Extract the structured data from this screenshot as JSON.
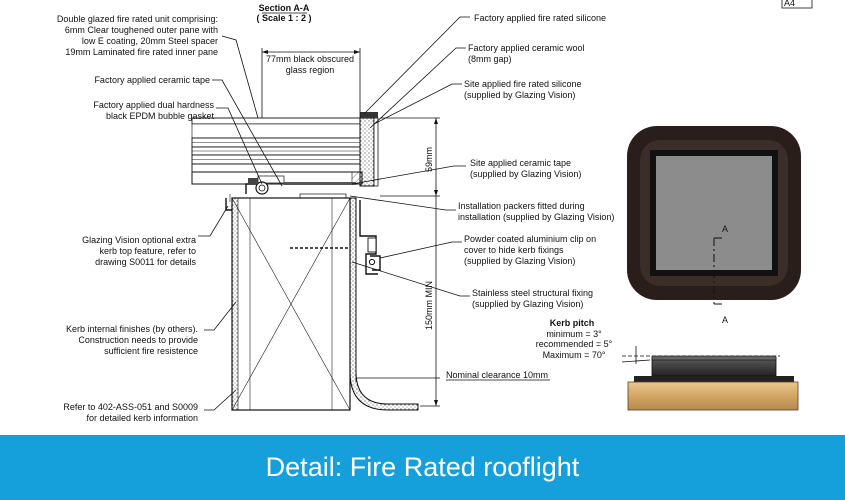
{
  "section": {
    "title": "Section A-A",
    "scale": "( Scale 1 : 2 )"
  },
  "sheet": {
    "size": "A4"
  },
  "left_labels": {
    "unit_line1": "Double glazed fire rated unit comprising:",
    "unit_line2": "6mm Clear toughened outer pane with",
    "unit_line3": "low E coating, 20mm Steel spacer",
    "unit_line4": "19mm Laminated fire rated inner pane",
    "tape": "Factory applied ceramic tape",
    "gasket_line1": "Factory applied dual hardness",
    "gasket_line2": "black EPDM bubble gasket",
    "kerb_top_line1": "Glazing Vision optional extra",
    "kerb_top_line2": "kerb top feature, refer to",
    "kerb_top_line3": "drawing S0011 for details",
    "finish_line1": "Kerb internal finishes (by others).",
    "finish_line2": "Construction needs to provide",
    "finish_line3": "sufficient fire resistence",
    "refer_line1": "Refer to 402-ASS-051 and S0009",
    "refer_line2": "for detailed kerb information"
  },
  "right_labels": {
    "silicone": "Factory applied fire rated silicone",
    "wool_line1": "Factory applied ceramic wool",
    "wool_line2": "(8mm gap)",
    "site_silicone_line1": "Site applied fire rated silicone",
    "site_silicone_line2": "(supplied by Glazing Vision)",
    "site_tape_line1": "Site applied ceramic tape",
    "site_tape_line2": "(supplied by Glazing Vision)",
    "packers_line1": "Installation packers fitted during",
    "packers_line2": "installation (supplied by Glazing Vision)",
    "clip_line1": "Powder coated aluminium clip on",
    "clip_line2": "cover to hide kerb fixings",
    "clip_line3": "(supplied by Glazing Vision)",
    "fixing_line1": "Stainless steel structural fixing",
    "fixing_line2": "(supplied by Glazing Vision)",
    "clearance": "Nominal clearance 10mm"
  },
  "dimensions": {
    "obscured_line1": "77mm black obscured",
    "obscured_line2": "glass region",
    "height_59": "59mm",
    "height_150": "150mm MIN"
  },
  "plan_view": {
    "section_mark_top": "A",
    "section_mark_bottom": "A"
  },
  "kerb_pitch": {
    "title": "Kerb pitch",
    "minimum": "minimum = 3°",
    "recommended": "recommended = 5°",
    "maximum": "Maximum = 70°"
  },
  "caption": "Detail: Fire Rated rooflight",
  "colors": {
    "caption_bar": "#16a0db",
    "frame_dark": "#2a1e1a",
    "glass_grey": "#8c8c8c",
    "kerb_timber": "#d8b076"
  }
}
